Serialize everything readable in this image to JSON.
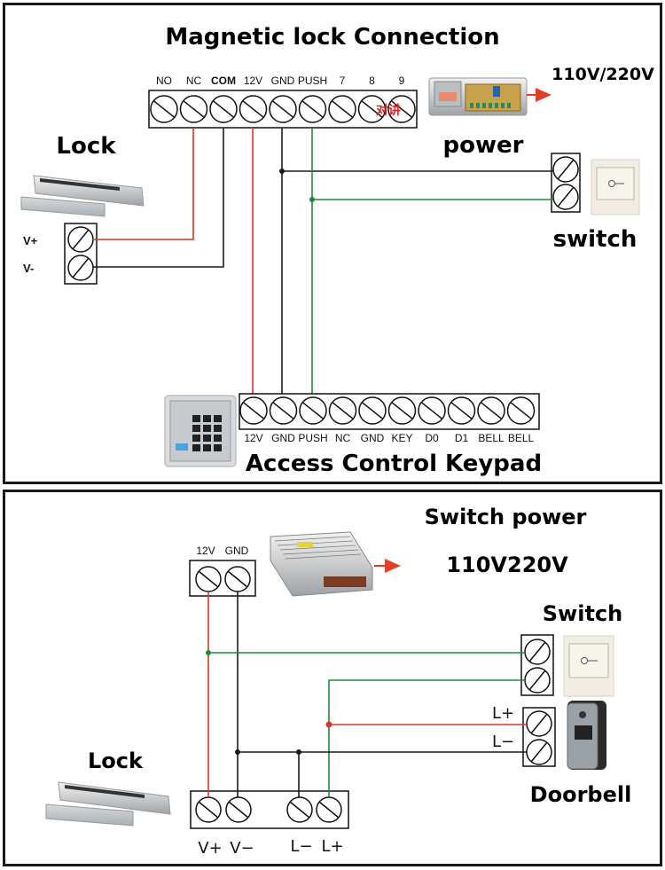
{
  "top_panel": {
    "title": "Magnetic lock Connection",
    "controller_terminals": [
      "NO",
      "NC",
      "COM",
      "12V",
      "GND",
      "PUSH",
      "7",
      "8",
      "9"
    ],
    "intercom_label": "对讲",
    "power_label": "power",
    "power_voltage": "110V/220V",
    "lock_label": "Lock",
    "lock_terminals": [
      "V+",
      "V-"
    ],
    "switch_label": "switch",
    "keypad_title": "Access Control Keypad",
    "keypad_terminals": [
      "12V",
      "GND",
      "PUSH",
      "NC",
      "GND",
      "KEY",
      "D0",
      "D1",
      "BELL",
      "BELL"
    ]
  },
  "bottom_panel": {
    "switch_power_label": "Switch power",
    "switch_power_voltage": "110V220V",
    "psu_terminals": [
      "12V",
      "GND"
    ],
    "switch_label": "Switch",
    "doorbell_label": "Doorbell",
    "doorbell_terminals": [
      "L+",
      "L−"
    ],
    "lock_label": "Lock",
    "lock_terminals": [
      "V+",
      "V−",
      "L−",
      "L+"
    ]
  },
  "colors": {
    "wire_red": "#d0392b",
    "wire_black": "#1a1a1a",
    "wire_green": "#1e8a3c",
    "arrow_red": "#e0402a"
  }
}
